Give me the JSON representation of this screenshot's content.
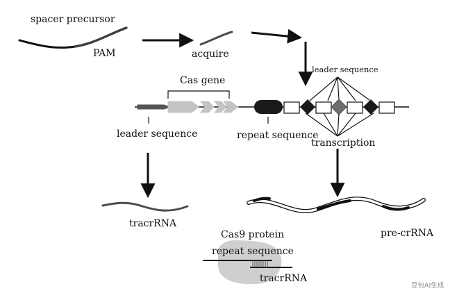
{
  "labels": {
    "spacer_precursor": "spacer precursor",
    "pam": "PAM",
    "acquire": "acquire",
    "leader_sequence_top": "leader sequence",
    "cas_gene": "Cas gene",
    "leader_sequence": "leader sequence",
    "repeat_sequence": "repeat sequence",
    "transcription": "transcription",
    "tracrrna": "tracrRNA",
    "pre_crrna": "pre-crRNA",
    "cas9_protein": "Cas9 protein",
    "repeat": "repeat",
    "sequence": "sequence",
    "tracrrna_bottom": "tracrRNA",
    "watermark": "豆包AI生成"
  },
  "colors": {
    "line": "#111111",
    "arrow": "#111111",
    "cas_gene": "#c4c4c4",
    "leader_block": "#555555",
    "repeat_dark": "#1a1a1a",
    "repeat_gray": "#6f6f6f",
    "spacer_box": "#ffffff",
    "protein_blob": "#cfcfcf",
    "watermark": "#9a9a9a"
  },
  "icons": {
    "arrows": "arrow-right / arrow-down",
    "repeat_marker": "diamond",
    "spacer_marker": "rectangle",
    "cas9": "protein-blob"
  }
}
